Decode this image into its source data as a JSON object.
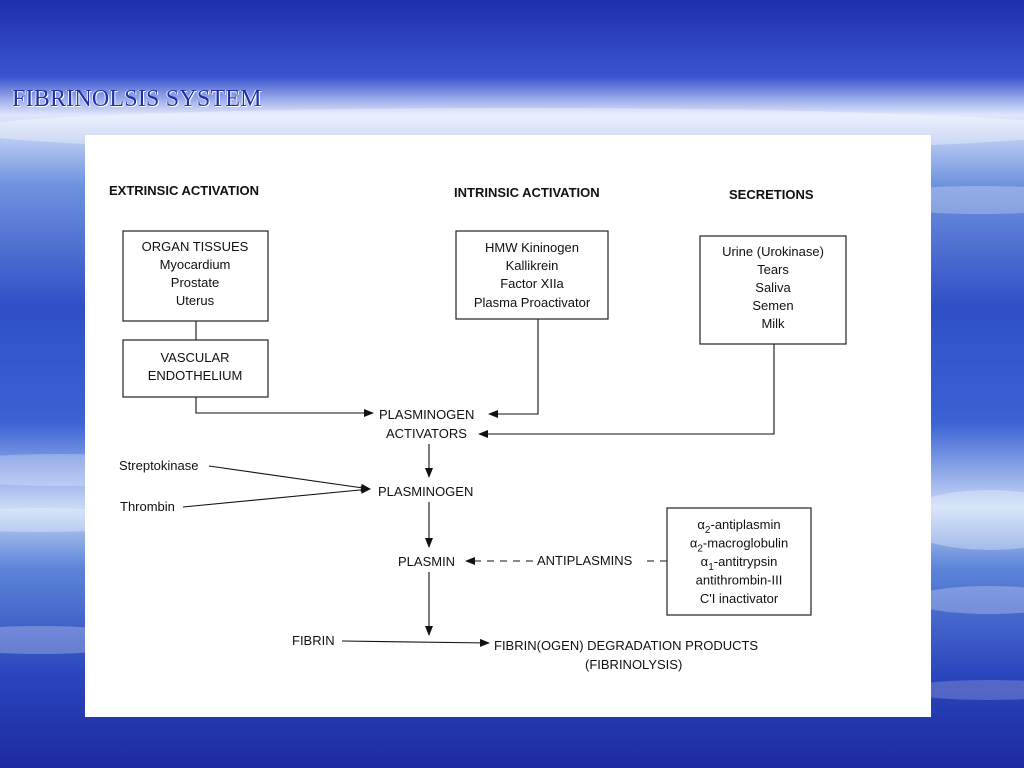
{
  "slide": {
    "title": "FIBRINOLSIS SYSTEM",
    "background_color": "#2f4fc6",
    "title_color": "#2130a8"
  },
  "diagram": {
    "headers": {
      "extrinsic": "EXTRINSIC ACTIVATION",
      "intrinsic": "INTRINSIC ACTIVATION",
      "secretions": "SECRETIONS"
    },
    "organ_tissues": [
      "ORGAN TISSUES",
      "Myocardium",
      "Prostate",
      "Uterus"
    ],
    "vascular_endothelium": [
      "VASCULAR",
      "ENDOTHELIUM"
    ],
    "intrinsic_factors": [
      "HMW Kininogen",
      "Kallikrein",
      "Factor XIIa",
      "Plasma Proactivator"
    ],
    "secretion_items": [
      "Urine (Urokinase)",
      "Tears",
      "Saliva",
      "Semen",
      "Milk"
    ],
    "plasminogen_activators": [
      "PLASMINOGEN",
      "ACTIVATORS"
    ],
    "streptokinase": "Streptokinase",
    "thrombin": "Thrombin",
    "plasminogen": "PLASMINOGEN",
    "plasmin": "PLASMIN",
    "antiplasmins": "ANTIPLASMINS",
    "antiplasmin_items": [
      {
        "symbol": "α",
        "sub": "2",
        "text": "-antiplasmin"
      },
      {
        "symbol": "α",
        "sub": "2",
        "text": "-macroglobulin"
      },
      {
        "symbol": "α",
        "sub": "1",
        "text": "-antitrypsin"
      },
      {
        "symbol": "",
        "sub": "",
        "text": "antithrombin-III"
      },
      {
        "symbol": "",
        "sub": "",
        "text": "C'I inactivator"
      }
    ],
    "fibrin": "FIBRIN",
    "degradation_products": [
      "FIBRIN(OGEN) DEGRADATION PRODUCTS",
      "(FIBRINOLYSIS)"
    ]
  }
}
